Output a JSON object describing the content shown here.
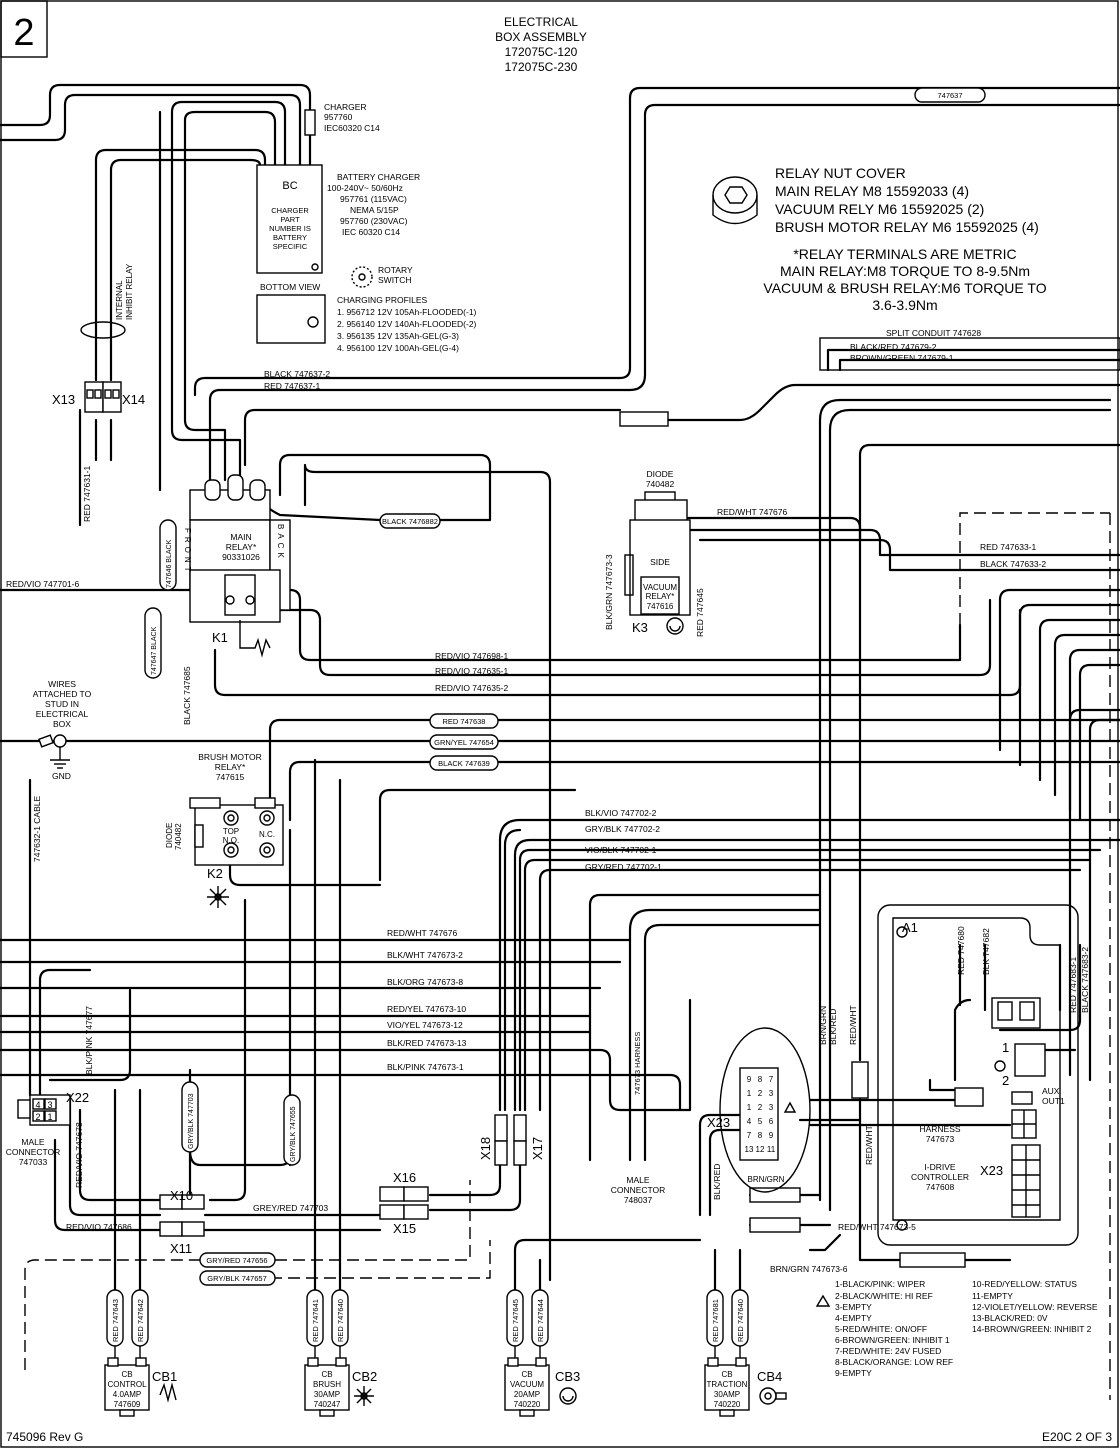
{
  "page_number": "2",
  "title": {
    "line1": "ELECTRICAL",
    "line2": "BOX ASSEMBLY",
    "line3": "172075C-120",
    "line4": "172075C-230"
  },
  "charger_cord": {
    "line1": "CHARGER",
    "line2": "957760",
    "line3": "IEC60320 C14"
  },
  "battery_charger": {
    "box_label": "BC",
    "box_text": [
      "CHARGER",
      "PART",
      "NUMBER IS",
      "BATTERY",
      "SPECIFIC"
    ],
    "info": [
      "BATTERY CHARGER",
      "100-240V~ 50/60Hz",
      "957761 (115VAC)",
      "NEMA 5/15P",
      "957760 (230VAC)",
      "IEC 60320 C14"
    ],
    "bottom_view": "BOTTOM VIEW",
    "rotary_switch": [
      "ROTARY",
      "SWITCH"
    ],
    "charging_profiles_title": "CHARGING PROFILES",
    "charging_profiles": [
      "1. 956712 12V 105Ah-FLOODED(-1)",
      "2. 956140 12V 140Ah-FLOODED(-2)",
      "3. 956135 12V 135Ah-GEL(G-3)",
      "4. 956100 12V 100Ah-GEL(G-4)"
    ]
  },
  "relay_notes": {
    "nut_cover": [
      "RELAY NUT COVER",
      "MAIN RELAY M8 15592033 (4)",
      "VACUUM RELY M6 15592025 (2)",
      "BRUSH MOTOR RELAY M6 15592025 (4)"
    ],
    "terminals": [
      "*RELAY TERMINALS ARE METRIC",
      "MAIN RELAY:M8 TORQUE TO 8-9.5Nm",
      "VACUUM & BRUSH RELAY:M6 TORQUE TO",
      "3.6-3.9Nm"
    ]
  },
  "tags": {
    "top_right": "747637",
    "black_7476882": "BLACK 7476882",
    "red_747638": "RED 747638",
    "grn_yel_747654": "GRN/YEL 747654",
    "black_747639": "BLACK 747639",
    "gry_red_747656": "GRY/RED 747656",
    "gry_blk_747657": "GRY/BLK 747657"
  },
  "split_conduit": {
    "title": "SPLIT CONDUIT 747628",
    "wires": [
      "BLACK/RED 747679-2",
      "BROWN/GREEN 747679-1"
    ]
  },
  "internal_inhibit": [
    "INTERNAL",
    "INHIBIT RELAY"
  ],
  "connectors": {
    "x13": "X13",
    "x14": "X14",
    "x10": "X10",
    "x11": "X11",
    "x15": "X15",
    "x16": "X16",
    "x17": "X17",
    "x18": "X18",
    "x22": "X22",
    "x23": "X23",
    "male_connector_x22": [
      "MALE",
      "CONNECTOR",
      "747033"
    ],
    "male_connector_x23": [
      "MALE",
      "CONNECTOR",
      "748037"
    ]
  },
  "wire_labels": {
    "black_747637_2": "BLACK 747637-2",
    "red_747637_1": "RED 747637-1",
    "red_747631_1": "RED 747631-1",
    "red_vio_747701_6": "RED/VIO 747701-6",
    "black_747646": "747646 BLACK",
    "black_747647": "747647 BLACK",
    "black_747685": "BLACK 747685",
    "cable_747632_1": "747632-1 CABLE",
    "red_wht_747676_top": "RED/WHT 747676",
    "red_747633_1": "RED 747633-1",
    "black_747633_2": "BLACK 747633-2",
    "blk_grn_747673_3": "BLK/GRN 747673-3",
    "red_747645": "RED 747645",
    "red_vio_747698_1": "RED/VIO 747698-1",
    "red_vio_747635_1": "RED/VIO 747635-1",
    "red_vio_747635_2": "RED/VIO 747635-2",
    "blk_vio_747702_2": "BLK/VIO 747702-2",
    "gry_blk_747702_2": "GRY/BLK 747702-2",
    "vio_blk_747702_1": "VIO/BLK 747702-1",
    "gry_red_747702_1": "GRY/RED 747702-1",
    "red_wht_747676": "RED/WHT 747676",
    "blk_wht_747673_2": "BLK/WHT 747673-2",
    "blk_org_747673_8": "BLK/ORG 747673-8",
    "red_yel_747673_10": "RED/YEL 747673-10",
    "vio_yel_747673_12": "VIO/YEL 747673-12",
    "blk_red_747673_13": "BLK/RED 747673-13",
    "blk_pink_747673_1": "BLK/PINK 747673-1",
    "blk_pink_747677": "BLK/PINK 747677",
    "red_vio_747678": "RED/VIO 747678",
    "gry_blk_747703": "GRY/BLK 747703",
    "gry_blk_747655": "GRY/BLK 747655",
    "grey_red_747703": "GREY/RED 747703",
    "red_vio_747686": "RED/VIO 747686",
    "harness_747673": "747673 HARNESS",
    "brn_grn": "BRN/GRN",
    "blk_red": "BLK/RED",
    "red_wht": "RED/WHT",
    "brn_grn_x23": "BRN/GRN",
    "blk_red_x23": "BLK/RED",
    "red_wht_x23": "RED/WHT",
    "red_wht_747673_5": "RED/WHT 747673-5",
    "brn_grn_747673_6": "BRN/GRN 747673-6",
    "red_747680": "RED 747680",
    "blk_747682": "BLK 747682",
    "red_747683_1": "RED 747683-1",
    "black_747683_2": "BLACK 747683-2",
    "red_747643": "RED 747643",
    "red_747642": "RED 747642",
    "red_747641": "RED 747641",
    "red_747640": "RED 747640",
    "red_747645b": "RED 747645",
    "red_747644": "RED 747644",
    "red_747681": "RED 747681",
    "red_747640b": "RED 747640"
  },
  "components": {
    "main_relay": {
      "text": [
        "MAIN",
        "RELAY*",
        "90331026"
      ],
      "front": "FRONT",
      "back": "BACK",
      "id": "K1"
    },
    "vacuum_relay": {
      "diode": [
        "DIODE",
        "740482"
      ],
      "side": "SIDE",
      "text": [
        "VACUUM",
        "RELAY*",
        "747616"
      ],
      "id": "K3"
    },
    "brush_relay": {
      "title": [
        "BRUSH MOTOR",
        "RELAY*",
        "747615"
      ],
      "diode": [
        "DIODE",
        "740482"
      ],
      "top_no": [
        "TOP",
        "N.O."
      ],
      "nc": "N.C.",
      "id": "K2"
    },
    "ground": {
      "note": [
        "WIRES",
        "ATTACHED TO",
        "STUD IN",
        "ELECTRICAL",
        "BOX"
      ],
      "gnd": "GND"
    },
    "controller": {
      "id": "A1",
      "harness": [
        "HARNESS",
        "747673"
      ],
      "name": [
        "I-DRIVE",
        "CONTROLLER",
        "747608"
      ],
      "x23": "X23",
      "aux": [
        "AUX",
        "OUT1"
      ],
      "pins": [
        "1",
        "2"
      ]
    }
  },
  "circuit_breakers": [
    {
      "id": "CB1",
      "text": [
        "CB",
        "CONTROL",
        "4.0AMP",
        "747609"
      ]
    },
    {
      "id": "CB2",
      "text": [
        "CB",
        "BRUSH",
        "30AMP",
        "740247"
      ]
    },
    {
      "id": "CB3",
      "text": [
        "CB",
        "VACUUM",
        "20AMP",
        "740220"
      ]
    },
    {
      "id": "CB4",
      "text": [
        "CB",
        "TRACTION",
        "30AMP",
        "740220"
      ]
    }
  ],
  "pin_legend": {
    "left": [
      "1-BLACK/PINK: WIPER",
      "2-BLACK/WHITE: HI REF",
      "3-EMPTY",
      "4-EMPTY",
      "5-RED/WHITE: ON/OFF",
      "6-BROWN/GREEN: INHIBIT 1",
      "7-RED/WHITE: 24V FUSED",
      "8-BLACK/ORANGE: LOW REF",
      "9-EMPTY"
    ],
    "right": [
      "10-RED/YELLOW: STATUS",
      "11-EMPTY",
      "12-VIOLET/YELLOW: REVERSE",
      "13-BLACK/RED: 0V",
      "14-BROWN/GREEN: INHIBIT 2"
    ]
  },
  "footer": {
    "doc": "745096 Rev G",
    "sheet": "E20C 2 OF 3"
  }
}
